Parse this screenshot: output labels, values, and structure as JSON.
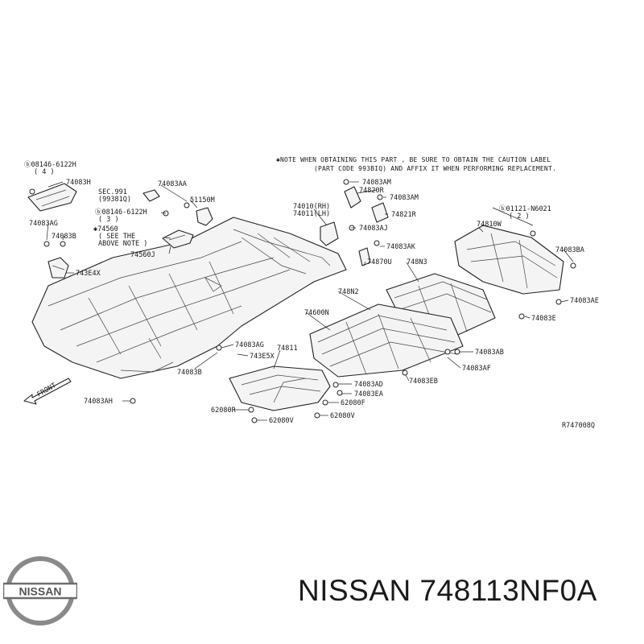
{
  "note_lines": [
    "✱NOTE  WHEN OBTAINING THIS PART , BE SURE TO OBTAIN THE CAUTION LABEL",
    "(PART CODE 993BIQ) AND AFFIX IT WHEN PERFORMING REPLACEMENT."
  ],
  "labels": {
    "l1": "ⓑ08146-6122H",
    "l1q": "( 4 )",
    "l2": "74083H",
    "l3": "SEC.991",
    "l3b": "(99381Q)",
    "l4": "74083AA",
    "l5": "51150M",
    "l6": "ⓑ08146-6122H",
    "l6q": "( 3 )",
    "l7": "✱74560",
    "l7b": "( SEE THE",
    "l7c": "ABOVE NOTE )",
    "l8": "74560J",
    "l9": "74083AG",
    "l10": "74083B",
    "l11": "743E4X",
    "l12": "74083AM",
    "l13": "74820R",
    "l14": "74083AM",
    "l15": "74010(RH)",
    "l16": "74011(LH)",
    "l17": "74821R",
    "l18": "74083AJ",
    "l19": "74083AK",
    "l20": "74870U",
    "l21": "748N3",
    "l22": "748N2",
    "l23": "74600N",
    "l24": "ⓑ01121-N6021",
    "l24q": "( 2 )",
    "l25": "74810W",
    "l26": "74083BA",
    "l27": "74083AE",
    "l28": "74083E",
    "l29": "74083AG",
    "l30": "743E5X",
    "l31": "74811",
    "l32": "74083B",
    "l33": "74083AH",
    "l34": "74083AD",
    "l35": "74083EA",
    "l36": "62080F",
    "l37": "62080V",
    "l38": "62080R",
    "l39": "62080V",
    "l40": "74083EB",
    "l41": "74083AB",
    "l42": "74083AF",
    "front": "FRONT",
    "diagram_code": "R747008Q"
  },
  "logo_text": "NISSAN",
  "caption": "NISSAN 748113NF0A"
}
